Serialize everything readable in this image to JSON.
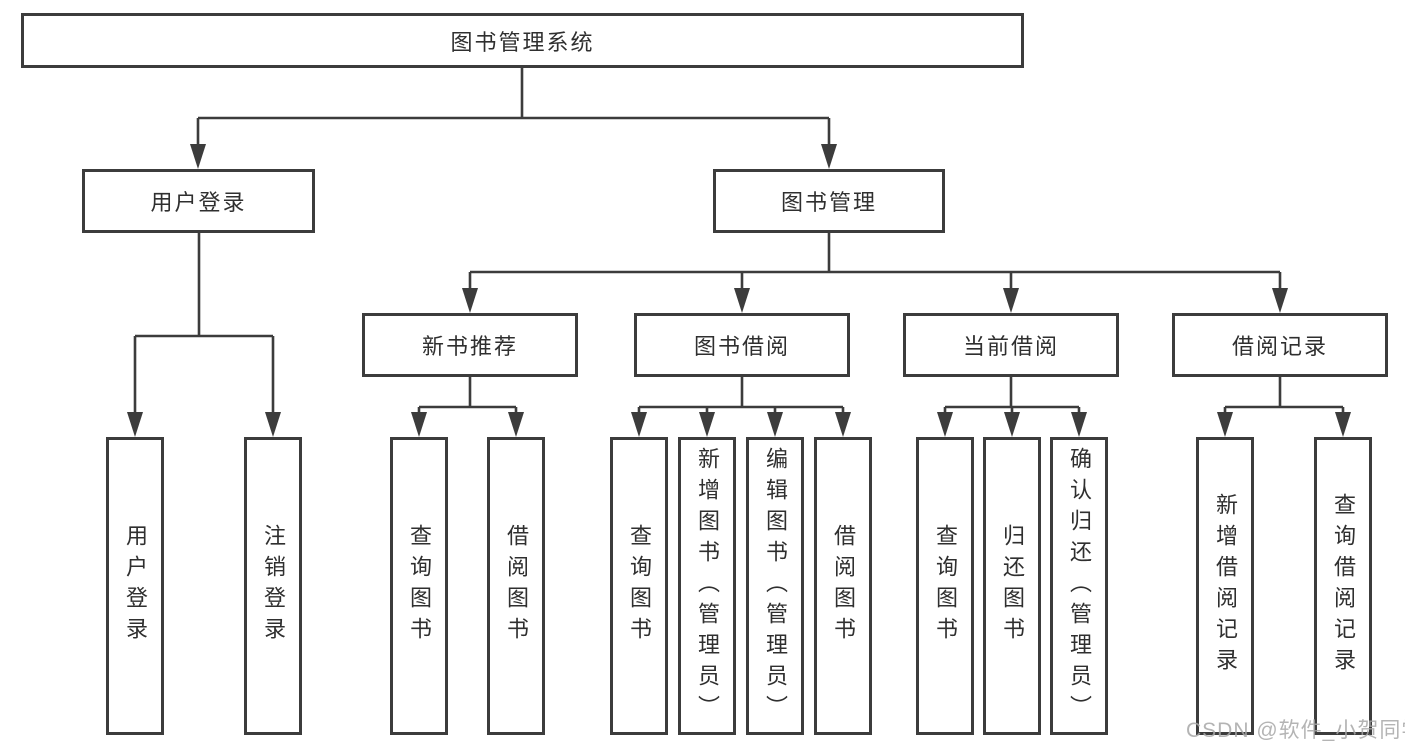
{
  "tree": {
    "root": {
      "label": "图书管理系统",
      "children": [
        {
          "label": "用户登录",
          "children": [
            {
              "label": "用户登录"
            },
            {
              "label": "注销登录"
            }
          ]
        },
        {
          "label": "图书管理",
          "children": [
            {
              "label": "新书推荐",
              "children": [
                {
                  "label": "查询图书"
                },
                {
                  "label": "借阅图书"
                }
              ]
            },
            {
              "label": "图书借阅",
              "children": [
                {
                  "label": "查询图书"
                },
                {
                  "label": "新增图书（管理员）"
                },
                {
                  "label": "编辑图书（管理员）"
                },
                {
                  "label": "借阅图书"
                }
              ]
            },
            {
              "label": "当前借阅",
              "children": [
                {
                  "label": "查询图书"
                },
                {
                  "label": "归还图书"
                },
                {
                  "label": "确认归还（管理员）"
                }
              ]
            },
            {
              "label": "借阅记录",
              "children": [
                {
                  "label": "新增借阅记录"
                },
                {
                  "label": "查询借阅记录"
                }
              ]
            }
          ]
        }
      ]
    }
  },
  "watermark": {
    "text": "CSDN @软件_小贺同学"
  },
  "colors": {
    "line": "#3c3c3c",
    "text": "#2f2f2f",
    "watermark": "#a8a8a8",
    "background": "#ffffff"
  }
}
